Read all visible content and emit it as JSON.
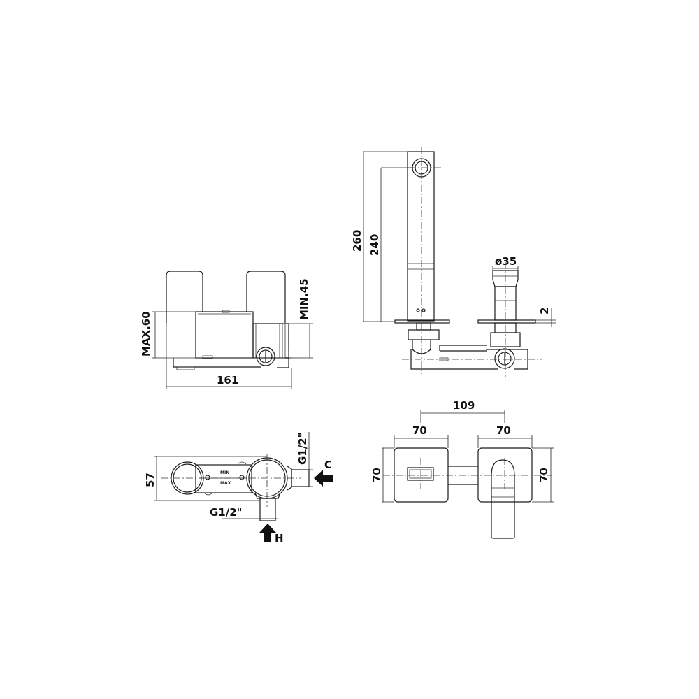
{
  "drawing": {
    "title": "Wall-mounted basin mixer technical drawing",
    "views": {
      "front_view": {
        "dims": {
          "max_depth": "MAX.60",
          "min_depth": "MIN.45",
          "width": "161"
        }
      },
      "side_view": {
        "dims": {
          "total_height": "260",
          "spout_height": "240",
          "knob_diameter": "ø35",
          "plate_thickness": "2"
        }
      },
      "top_view": {
        "dims": {
          "depth": "57",
          "cold_inlet": "G1/2\"",
          "hot_inlet": "G1/2\""
        },
        "labels": {
          "min": "MIN",
          "max": "MAX",
          "cold": "C",
          "hot": "H"
        }
      },
      "plate_view": {
        "dims": {
          "center_distance": "109",
          "left_plate_width": "70",
          "right_plate_width": "70",
          "left_plate_height": "70",
          "right_plate_height": "70"
        }
      }
    }
  }
}
